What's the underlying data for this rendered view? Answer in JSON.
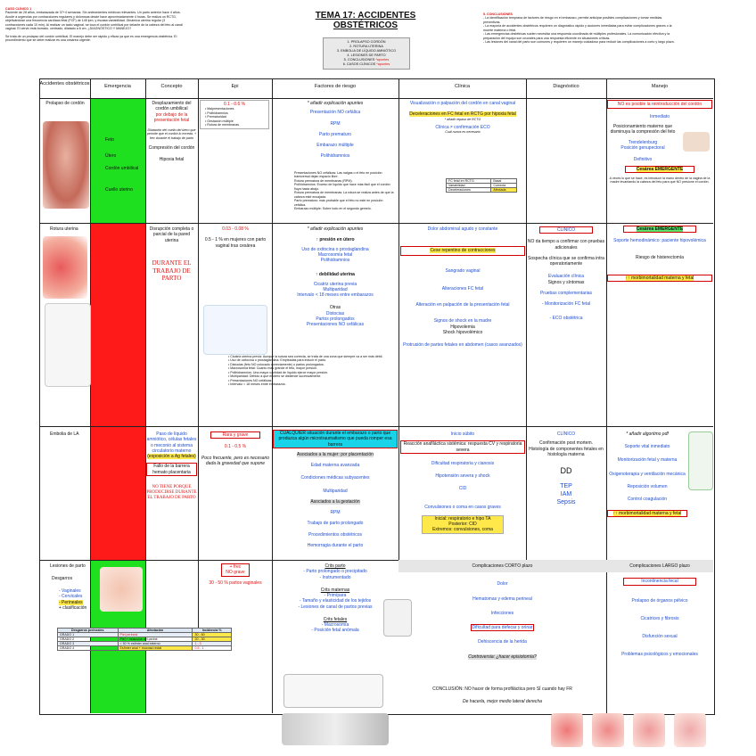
{
  "header": {
    "title_line1": "TEMA 17: ACCIDENTES",
    "title_line2": "OBSTÉTRICOS",
    "index": [
      "1. PROLAPSO CORDÓN",
      "2. ROTURA UTERINA",
      "3. EMBOLIA DE LÍQUIDO AMNIÓTICO",
      "4. LESIONES DE PARTO",
      "5. CONCLUSIONES",
      "6. CASOS CLÍNICOS"
    ],
    "index_notes": [
      "",
      "",
      "",
      "",
      "*apuntes",
      "*apuntes"
    ],
    "case_title": "CASO CLÍNICO 1",
    "case_text": "Paciente de 28 años, embarazada de 37+4 semanas. Sin antecedentes médicos relevantes. Un parto anterior hace 4 años. Acude a urgencias por contracciones regulares y dolorosas desde hace aproximadamente 4 horas. Se realiza un RCTG, objetivándose una frecuencia cardíaca fetal (FCF) de 145 lpm, y escasa variabilidad. Dinámica uterina regular (3 contracciones cada 10 min). Al realizar un tacto vaginal, se toca el cordón umbilical por delante de la cabeza del feto al canal vaginal. El cérvix está borrado, centrado, dilatado a 6 cm. ¿DIAGNÓSTICO Y MANEJO?",
    "case_footer": "Se trata de un prolapso del cordón umbilical. El manejo debe ser rápido y eficaz ya que es una emergencia obstétrica. El procedimiento que se debe realizar es una cesárea urgente.",
    "conclusions_title": "5. CONCLUSIONES",
    "conclusions": [
      "- La identificación temprana de factores de riesgo en el embarazo, permite anticipar posibles complicaciones y tomar medidas preventivas.",
      "- La mayoría de accidentes obstétricos requieren un diagnóstico rápido y acciones inmediatas para evitar complicaciones graves o la muerte materna o fetal.",
      "- Las emergencias obstétricas suelen necesitar una respuesta coordinada de múltiples profesionales. La comunicación efectiva y la preparación del equipo son cruciales para una respuesta eficiente en situaciones críticas.",
      "- Las lesiones del canal del parto son comunes y requieren un manejo cuidadoso para reducir las complicaciones a corto y largo plazo."
    ]
  },
  "columns": [
    "Accidentes obstétricos",
    "Emergencia",
    "Concepto",
    "Epi",
    "Factores de riesgo",
    "Clínica",
    "Diagnóstico",
    "Manejo"
  ],
  "colors": {
    "green": "#1fe01f",
    "red": "#ff1a1a",
    "blue": "#1f4fd0",
    "highlight_yellow": "#ffe84a",
    "cyan": "#19d4e8"
  },
  "rows": {
    "prolapso": {
      "name": "Prolapso de cordón",
      "img_labels": [
        "Feto",
        "Útero",
        "Cordón umbilical",
        "Cuello uterino"
      ],
      "concepto": [
        "Desplazamiento del cordón umbilical",
        "por debajo de la presentación fetal",
        "Dilatación del cuello del útero que permite que el cordón lo exceda. + frec durante el trabajo de parto",
        "Compresión del cordón",
        "Hipoxia fetal"
      ],
      "epi": "0.1 - 0.6 %",
      "epi_list": [
        "Malpresentaciones",
        "Polihidramnios",
        "Prematuridad",
        "Gestación múltiple",
        "Rotura de membranas"
      ],
      "factores": [
        "* añadir explicación apuntes",
        "Presentación NO cefálica",
        "RPM",
        "Parto prematuro",
        "Embarazo múltiple",
        "Polihidramnios"
      ],
      "factores_notes": [
        "Presentaciones NO cefálicas: Las nalgas o el feto en posición transversal dejan espacio libre.",
        "Rotura prematura de membranas (RPM).",
        "Polihidramnios: Exceso de líquido que hace más fácil que el cordón fluya hacia abajo.",
        "Rotura prematura de membranas: La rotura se realiza antes de que la cabeza esté encajada.",
        "Parto prematuro: más probable que el feto no esté en posición cefálica.",
        "Embarazo múltiple: Sobre todo en el segundo gemelo."
      ],
      "clinica": [
        "Visualización o palpación del cordón en canal vaginal",
        "Deceleraciones en FC fetal en RCTG por hipoxia fetal",
        "* añadir repaso de RCTG",
        "Clínica ≠ confirmación ECO",
        "Cuál nunca es necesario"
      ],
      "clinica_table": [
        [
          "FC fetal en RCTG",
          "Basal"
        ],
        [
          "Variabilidad",
          "Correcta"
        ],
        [
          "Deceleraciones",
          "Afectada"
        ]
      ],
      "diagnostico": [],
      "manejo": [
        "NO es posible la reintroducción del cordón",
        "Inmediato",
        "Posicionamiento materno que disminuya la compresión del feto",
        "Trendelenburg",
        "Posición genupectoral",
        "Definitivo",
        "Cesárea EMERGENTE",
        "A veces lo que se hace, es introducir la mano dentro de la vagina de la madre levantando la cabeza del feto para que NO presione el cordón."
      ]
    },
    "rotura": {
      "name": "Rotura uterina",
      "concepto": [
        "Disrupción completa o parcial de la pared uterina",
        "DURANTE EL TRABAJO DE PARTO"
      ],
      "epi": [
        "0.03 - 0.08 %",
        "0.5 - 1 % en mujeres con parto vaginal tras cesárea"
      ],
      "factores": [
        "* añadir explicación apuntes",
        "↑ presión en útero",
        "Uso de oxitocina o prostaglandina",
        "Macrosomía fetal",
        "Polihidramnios",
        "↑ debilidad uterina",
        "Cicatriz uterina previa",
        "Multiparidad",
        "Intervalo < 18 meses entre embarazos",
        "Otras",
        "Distocias",
        "Partos prolongados",
        "Presentaciones NO cefálicas"
      ],
      "factores_notes": [
        "Cicatriz uterina previa: Aunque la sutura sea correcta, se trata de una zona que siempre va a ser más débil.",
        "Uso de oxitocina o prostaglandina: Empleadas para inducir el parto.",
        "Distocias (feto NO colocado correctamente) o partos prolongados.",
        "Macrosomía fetal: Cuanto más grande el feto, mayor presión.",
        "Polihidramnios: Una mayor cantidad de líquido ejerce mayor presión.",
        "Multiparidad: Debido a que el útero se distiende sucesivamente.",
        "Presentaciones NO cefálicas",
        "Intervalo < 18 meses entre embarazos."
      ],
      "clinica": [
        "Dolor abdominal agudo y constante",
        "Cese repentino de contracciones",
        "Sangrado vaginal",
        "Alteraciones FC fetal",
        "Alteración en palpación de la presentación fetal",
        "Signos de shock en la madre",
        "Hipovolemia",
        "Shock hipovolémico",
        "Protrusión de partes fetales en abdomen (casos avanzados)"
      ],
      "diagnostico": [
        "CLÍNICO",
        "NO da tiempo a confirmar con pruebas adicionales",
        "Sospecha clínica que se confirma intra operatoriamente",
        "Evaluación clínica",
        "Signos y síntomas",
        "Pruebas complementarias",
        "- Monitorización FC fetal",
        "- ECO obstétrica"
      ],
      "manejo": [
        "Cesárea EMERGENTE",
        "Soporte hemodinámico: paciente hipovolémica",
        "Riesgo de histerectomía",
        "↑↑ morbimortalidad materna y fetal"
      ]
    },
    "embolia": {
      "name": "Embolia de LA",
      "concepto": [
        "Paso de líquido amniótico, células fetales o meconio al sistema circulatorio materno",
        "(exposición a Ag fetales)",
        "Fallo de la barrera hemato placentaria",
        "NO TIENE PORQUE PRODUCIRSE DURANTE EL TRABAJO DE PARTO"
      ],
      "epi": [
        "Rara y grave",
        "0.1 - 0.5 %",
        "Poco frecuente, pero es necesario dada la gravedad que supone"
      ],
      "factores": [
        "CUALQUIER situación durante el embarazo o parto que produzca algún microtraumatismo que pueda romper esa barrera",
        "Asociados a la mujer: por placentación",
        "Edad materna avanzada",
        "Condiciones médicas subyacentes",
        "Multiparidad",
        "Asociados a la gestación",
        "RPM",
        "Trabajo de parto prolongado",
        "Procedimientos obstétricos",
        "Hemorragia durante el parto"
      ],
      "clinica": [
        "Inicio súbito",
        "Reacción anafiláctica sistémica: respuesta CV y respiratoria severa",
        "Dificultad respiratoria y cianosis",
        "Hipotensión severa y shock",
        "CID",
        "Convulsiones o coma en casos graves",
        "Inicial: respiratorio e hipo TA",
        "Posterior: CID",
        "Extremos: convulsiones, coma"
      ],
      "diagnostico": [
        "CLÍNICO",
        "Confirmación post mortem.",
        "Histología de componentes fetales en histología materna",
        "DD",
        "TEP",
        "IAM",
        "Sepsis"
      ],
      "manejo": [
        "* añadir algoritmo pdf",
        "Soporte vital inmediato",
        "Monitorización fetal y materna",
        "Oxigenoterapia y ventilación mecánica",
        "Reposición volumen",
        "Control coagulación",
        "↑↑ morbimortalidad materna y fetal"
      ]
    },
    "lesiones": {
      "name": "Lesiones de parto",
      "sub": "Desgarros",
      "sub_items": [
        "- Vaginales",
        "- Cervicales",
        "- Perineales",
        "+ clasificación"
      ],
      "epi": [
        "+ frec",
        "NO grave",
        "30 - 50 % partos vaginales"
      ],
      "factores": [
        "Crits parto",
        "- Parto prolongado o precipitado",
        "- Instrumentado",
        "Crits maternas",
        "- Primípara",
        "- Tamaño y elasticidad de los tejidos",
        "- Lesiones de canal de partos previas",
        "Crits fetales",
        "- Macrosomía",
        "- Posición fetal anómala"
      ],
      "clinica_title": "Complicaciones CORTO plazo",
      "clinica": [
        "Dolor",
        "Hematomas y edema perineal",
        "Infecciones",
        "Dificultad para defecar y orinar",
        "Dehiscencia de la herida",
        "Controversia: ¿hacer episiotomía?",
        "CONCLUSIÓN: NO hacer de forma profiláctica pero SÍ cuando hay FR",
        "De hacerla, mejor medio lateral derecha"
      ],
      "manejo_title": "Complicaciones LARGO plazo",
      "manejo": [
        "Incontinencia fecal",
        "Prolapso de órganos pélvico",
        "Cicatrices y fibrosis",
        "Disfunción sexual",
        "Problemas psicológicos y emocionales"
      ],
      "desgarro_table_header": [
        "Desgarros perineales",
        "Afectación",
        "Incidencia %"
      ],
      "desgarro_table": [
        [
          "GRADO 1",
          "Piel perineal",
          "30 - 60"
        ],
        [
          "GRADO 2",
          "Piel + músculos del periné",
          "20 - 30"
        ],
        [
          "GRADO 3",
          "< 50 % esfínter anal externo",
          "1 - 3"
        ],
        [
          "GRADO 4",
          "Esfínter anal + mucosa rectal",
          "0.5 - 1"
        ]
      ]
    }
  }
}
